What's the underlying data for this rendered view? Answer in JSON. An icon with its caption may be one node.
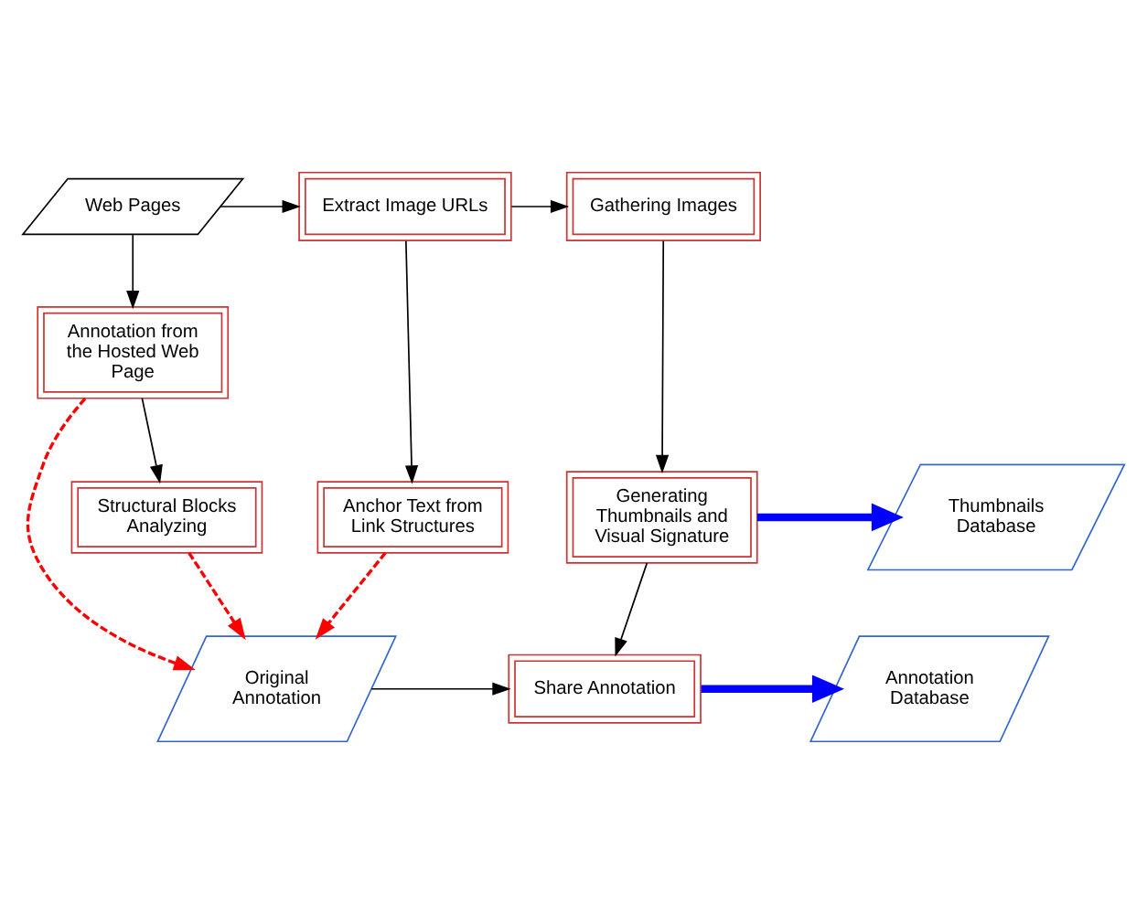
{
  "diagram": {
    "nodes": [
      {
        "text": [
          "Web Pages"
        ]
      },
      {
        "text": [
          "Extract Image URLs"
        ]
      },
      {
        "text": [
          "Gathering Images"
        ]
      },
      {
        "text": [
          "Anchor Text from Link Structures"
        ]
      },
      {
        "text": [
          "Generating Thumbnails and Visual Signature"
        ]
      },
      {
        "text": [
          "Thumbnails Database"
        ]
      },
      {
        "text": [
          "Annotation from the Hosted Web Page"
        ]
      },
      {
        "text": [
          "Original Annotation"
        ]
      },
      {
        "text": [
          "Share Annotation"
        ]
      },
      {
        "text": [
          "Annotation Database"
        ]
      },
      {
        "text": [
          "Structural Blocks Analyzing"
        ]
      }
    ],
    "edges": [
      {
        "from": 0,
        "to": 1,
        "arrow": "to"
      },
      {
        "from": 1,
        "to": 2,
        "arrow": "to"
      },
      {
        "from": 1,
        "to": 3,
        "arrow": "to"
      },
      {
        "from": 2,
        "to": 4,
        "arrow": "to"
      },
      {
        "from": 4,
        "to": 5,
        "arrow": "to",
        "style": "thick",
        "color": "#0000ff"
      },
      {
        "from": 0,
        "to": 6,
        "arrow": "to"
      },
      {
        "from": 3,
        "to": 7,
        "arrow": "to",
        "style": "dashed",
        "color": "#ff0000"
      },
      {
        "from": 6,
        "to": 7,
        "arrow": "to",
        "style": "dashed",
        "color": "#ff0000"
      },
      {
        "from": 6,
        "to": 10,
        "arrow": "to"
      },
      {
        "from": 10,
        "to": 7,
        "arrow": "to",
        "style": "dashed",
        "color": "#ff0000"
      },
      {
        "from": 4,
        "to": 8,
        "arrow": "to"
      },
      {
        "from": 7,
        "to": 8,
        "arrow": "to"
      },
      {
        "from": 8,
        "to": 9,
        "arrow": "to",
        "style": "thick",
        "color": "#0000ff"
      }
    ]
  }
}
